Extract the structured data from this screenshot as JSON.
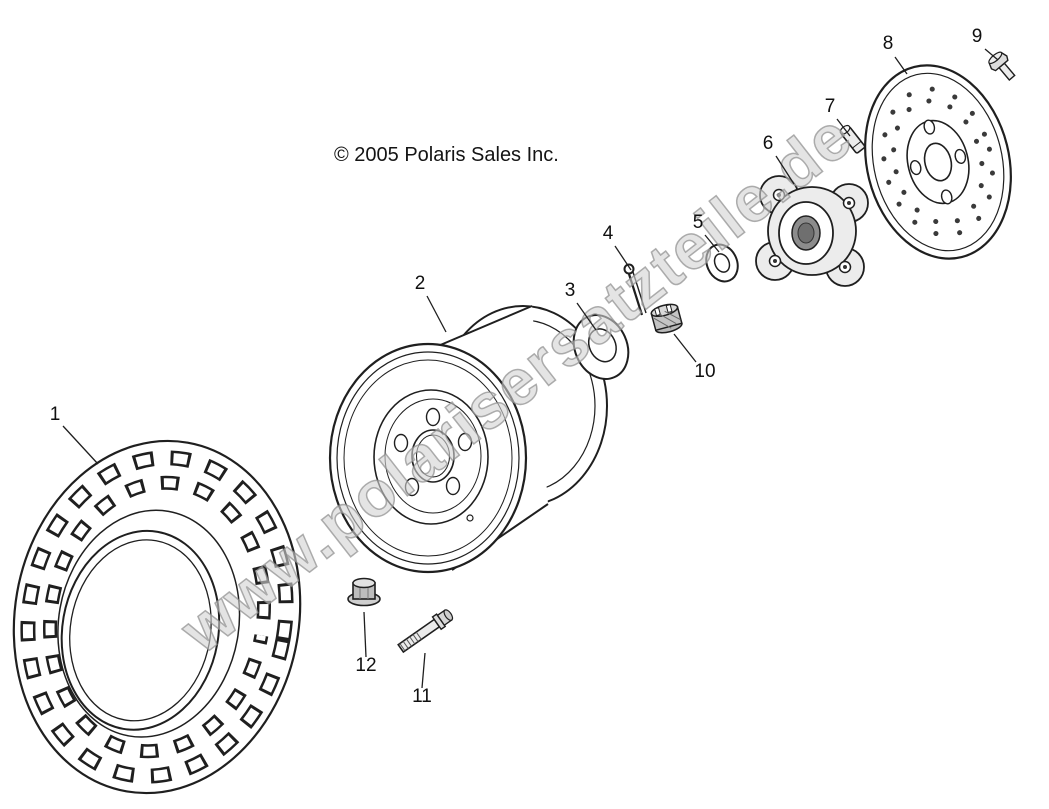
{
  "page": {
    "copyright": "© 2005 Polaris Sales Inc.",
    "watermark": "www.polarisersatzteile.de"
  },
  "colors": {
    "background": "#ffffff",
    "line": "#1f1f1f",
    "watermark_fill": "#d2d2d2",
    "watermark_stroke": "#8d8d8d"
  },
  "diagram": {
    "type": "exploded-parts-diagram",
    "callouts": [
      {
        "number": "1"
      },
      {
        "number": "2"
      },
      {
        "number": "3"
      },
      {
        "number": "4"
      },
      {
        "number": "5"
      },
      {
        "number": "6"
      },
      {
        "number": "7"
      },
      {
        "number": "8"
      },
      {
        "number": "9"
      },
      {
        "number": "10"
      },
      {
        "number": "11"
      },
      {
        "number": "12"
      }
    ]
  }
}
